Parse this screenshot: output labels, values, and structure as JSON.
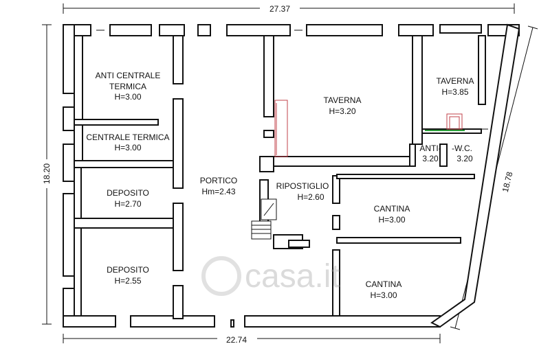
{
  "dimensions": {
    "top": "27.37",
    "bottom": "22.74",
    "left": "18.20",
    "right": "18.78"
  },
  "rooms": {
    "anti_centrale_termica": {
      "line1": "ANTI CENTRALE",
      "line2": "TERMICA",
      "height": "H=3.00"
    },
    "centrale_termica": {
      "line1": "CENTRALE TERMICA",
      "height": "H=3.00"
    },
    "deposito_1": {
      "line1": "DEPOSITO",
      "height": "H=2.70"
    },
    "deposito_2": {
      "line1": "DEPOSITO",
      "height": "H=2.55"
    },
    "portico": {
      "line1": "PORTICO",
      "height": "Hm=2.43"
    },
    "taverna_main": {
      "line1": "TAVERNA",
      "height": "H=3.20"
    },
    "taverna_small": {
      "line1": "TAVERNA",
      "height": "H=3.85"
    },
    "anti": {
      "line1": "ANTI-",
      "height": "3.20"
    },
    "wc": {
      "line1": "-W.C.",
      "height": "3.20"
    },
    "ripostiglio": {
      "line1": "RIPOSTIGLIO",
      "height": "H=2.60"
    },
    "cantina_1": {
      "line1": "CANTINA",
      "height": "H=3.00"
    },
    "cantina_2": {
      "line1": "CANTINA",
      "height": "H=3.00"
    }
  },
  "watermark": {
    "text": "casa.it"
  }
}
